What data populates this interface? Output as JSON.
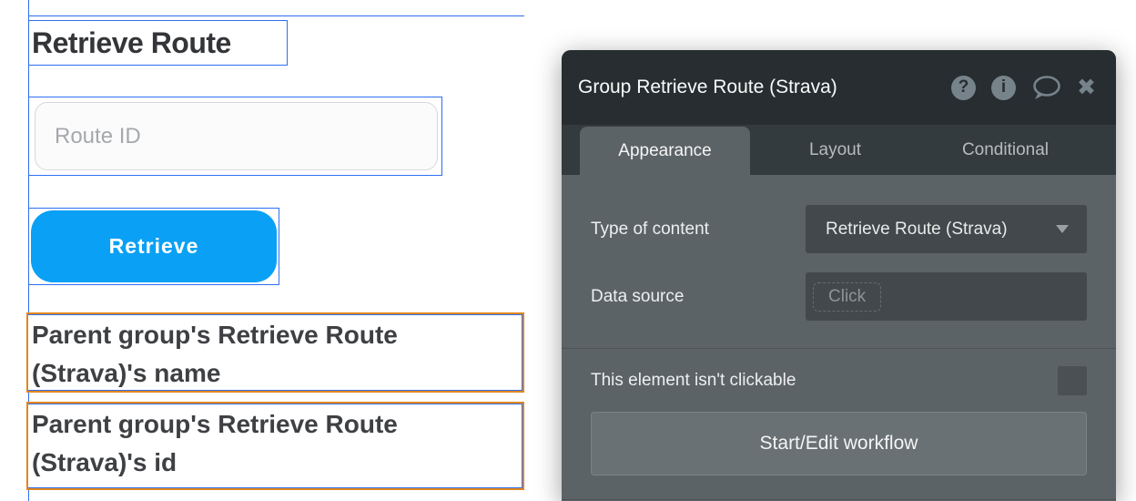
{
  "canvas": {
    "heading": "Retrieve Route",
    "route_input": {
      "placeholder": "Route ID",
      "value": ""
    },
    "retrieve_button_label": "Retrieve",
    "dynamic_texts": [
      "Parent group's Retrieve Route (Strava)'s name",
      "Parent group's Retrieve Route (Strava)'s id"
    ]
  },
  "panel": {
    "title": "Group Retrieve Route (Strava)",
    "header_icons": {
      "help_glyph": "?",
      "info_glyph": "i",
      "comment": "comment-bubble",
      "close_glyph": "✖"
    },
    "tabs": [
      {
        "label": "Appearance",
        "active": true
      },
      {
        "label": "Layout",
        "active": false
      },
      {
        "label": "Conditional",
        "active": false
      }
    ],
    "appearance": {
      "type_of_content": {
        "label": "Type of content",
        "value": "Retrieve Route (Strava)"
      },
      "data_source": {
        "label": "Data source",
        "value": "Click"
      },
      "clickable_label": "This element isn't clickable",
      "clickable_checked": false,
      "workflow_button_label": "Start/Edit workflow"
    }
  },
  "colors": {
    "selection_blue": "#2e6ff2",
    "group_highlight_orange": "#e2861c",
    "primary_button_blue": "#0aa0f5",
    "panel_header_bg": "#272d30",
    "panel_tabbar_bg": "#343b3e",
    "panel_body_bg": "#5c6366",
    "panel_field_bg": "#42484b"
  }
}
